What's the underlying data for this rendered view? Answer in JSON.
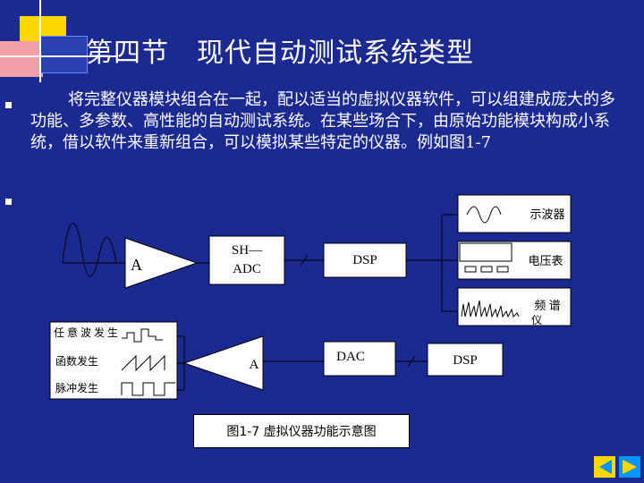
{
  "title": "第四节　现代自动测试系统类型",
  "paragraph": "将完整仪器模块组合在一起，配以适当的虚拟仪器软件，可以组建成庞大的多功能、多参数、高性能的自动测试系统。在某些场合下，由原始功能模块构成小系统，借以软件来重新组合，可以模拟某些特定的仪器。例如图1-7",
  "diagram": {
    "amp_top": "A",
    "sh_adc_line1": "SH—",
    "sh_adc_line2": "ADC",
    "dsp_top": "DSP",
    "oscilloscope": "示波器",
    "voltmeter": "电压表",
    "spectrum_line1": "频 谱",
    "spectrum_line2": "仪",
    "arbitrary_gen": "任 意 波 发 生",
    "function_gen": "函数发生",
    "pulse_gen": "脉冲发生",
    "amp_bottom": "A",
    "dac": "DAC",
    "dsp_bottom": "DSP",
    "caption": "图1-7  虚拟仪器功能示意图"
  },
  "colors": {
    "background": "#1a2a90",
    "accent_yellow": "#ffd700",
    "accent_red": "#e8302a",
    "nav_blue": "#0096ff"
  }
}
